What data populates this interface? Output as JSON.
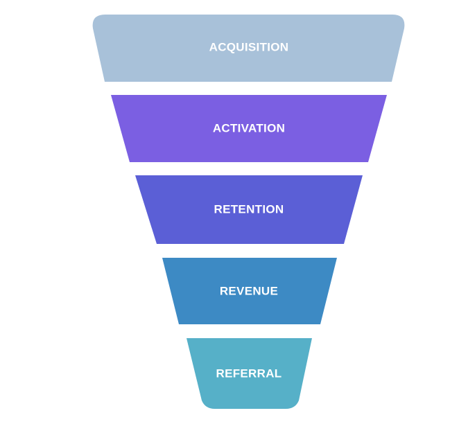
{
  "funnel": {
    "stages": [
      {
        "label": "ACQUISITION",
        "color": "#a8c1d9"
      },
      {
        "label": "ACTIVATION",
        "color": "#7b5fe2"
      },
      {
        "label": "RETENTION",
        "color": "#5b5fd6"
      },
      {
        "label": "REVENUE",
        "color": "#3d8ac4"
      },
      {
        "label": "REFERRAL",
        "color": "#56b0c8"
      }
    ]
  }
}
